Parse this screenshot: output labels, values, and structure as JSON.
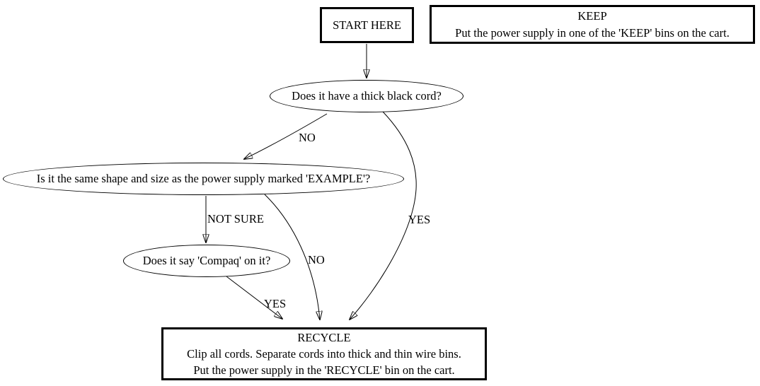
{
  "diagram": {
    "type": "flowchart",
    "colors": {
      "background": "#ffffff",
      "stroke": "#000000",
      "text": "#000000"
    },
    "nodes": {
      "start": {
        "shape": "box",
        "label": "START HERE"
      },
      "keep": {
        "shape": "box",
        "lines": [
          "KEEP",
          "Put the power supply in one of the 'KEEP' bins on the cart."
        ]
      },
      "thick_cord": {
        "shape": "ellipse",
        "label": "Does it have a thick black cord?"
      },
      "same_shape": {
        "shape": "ellipse",
        "label": "Is it the same shape and size as the power supply marked 'EXAMPLE'?"
      },
      "compaq": {
        "shape": "ellipse",
        "label": "Does it say 'Compaq' on it?"
      },
      "recycle": {
        "shape": "box",
        "lines": [
          "RECYCLE",
          "Clip all cords. Separate cords into thick and thin wire bins.",
          "Put the power supply in the 'RECYCLE' bin on the cart."
        ]
      }
    },
    "edges": [
      {
        "from": "start",
        "to": "thick_cord",
        "label": ""
      },
      {
        "from": "thick_cord",
        "to": "same_shape",
        "label": "NO"
      },
      {
        "from": "thick_cord",
        "to": "recycle",
        "label": "YES"
      },
      {
        "from": "same_shape",
        "to": "compaq",
        "label": "NOT SURE"
      },
      {
        "from": "same_shape",
        "to": "recycle",
        "label": "NO"
      },
      {
        "from": "compaq",
        "to": "recycle",
        "label": "YES"
      }
    ]
  }
}
